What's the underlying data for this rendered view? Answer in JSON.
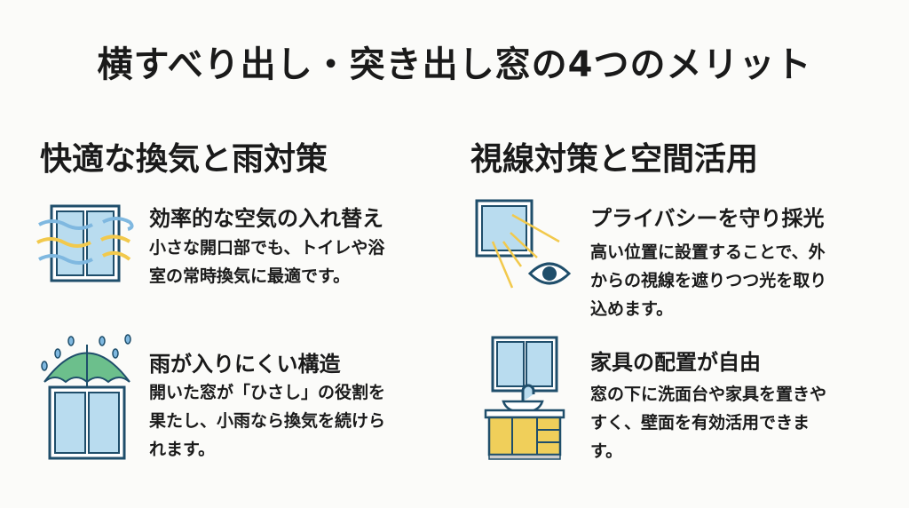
{
  "title": "横すべり出し・突き出し窓の4つのメリット",
  "sections": [
    {
      "heading": "快適な換気と雨対策",
      "items": [
        {
          "icon": "window-wind-icon",
          "heading": "効率的な空気の入れ替え",
          "lines": [
            "小さな開口部でも、トイレや浴",
            "室の常時換気に最適です。"
          ]
        },
        {
          "icon": "umbrella-window-icon",
          "heading": "雨が入りにくい構造",
          "lines": [
            "開いた窓が「ひさし」の役割を",
            "果たし、小雨なら換気を続けら",
            "れます。"
          ]
        }
      ]
    },
    {
      "heading": "視線対策と空間活用",
      "items": [
        {
          "icon": "window-light-eye-icon",
          "heading": "プライバシーを守り採光",
          "lines": [
            "高い位置に設置することで、外",
            "からの視線を遮りつつ光を取り",
            "込めます。"
          ]
        },
        {
          "icon": "window-vanity-icon",
          "heading": "家具の配置が自由",
          "lines": [
            "窓の下に洗面台や家具を置きや",
            "すく、壁面を有効活用できま",
            "す。"
          ]
        }
      ]
    }
  ],
  "colors": {
    "frame": "#1f4e6b",
    "glass": "#b9dcef",
    "wind_blue": "#7fb8e0",
    "wind_yellow": "#f2c94c",
    "umbrella": "#6cbf8c",
    "cabinet": "#f0cf5a"
  }
}
